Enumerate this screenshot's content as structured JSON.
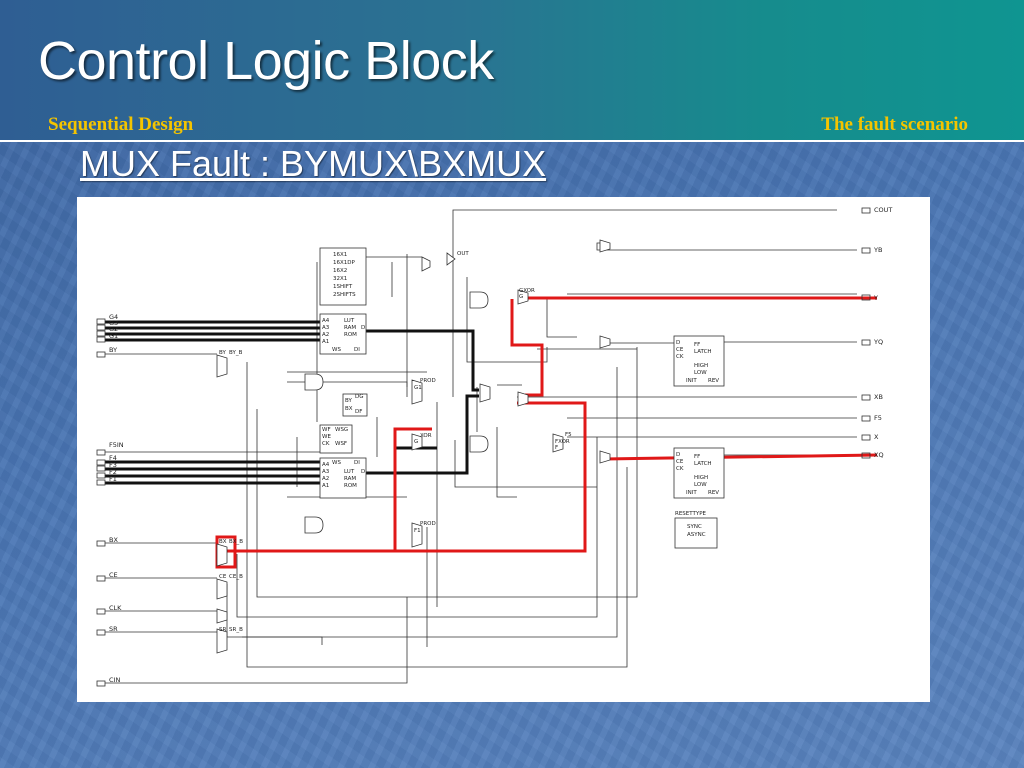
{
  "slide": {
    "title": "Control Logic Block",
    "subtitle_left": "Sequential Design",
    "subtitle_right": "The fault scenario",
    "heading": "MUX Fault : BYMUX\\BXMUX"
  },
  "colors": {
    "fault_path": "#e01818",
    "highlight_path": "#111111",
    "accent_text": "#f4c400"
  },
  "schematic": {
    "inputs": [
      "G4",
      "G3",
      "G2",
      "G1",
      "BY",
      "F5IN",
      "F4",
      "F3",
      "F2",
      "F1",
      "BX",
      "CE",
      "CLK",
      "SR",
      "CIN"
    ],
    "outputs": [
      "COUT",
      "YB",
      "Y",
      "YQ",
      "XB",
      "F5",
      "X",
      "XQ"
    ],
    "config_top": [
      "16X1",
      "16X1DP",
      "16X2",
      "32X1",
      "1SHIFT",
      "2SHIFTS"
    ],
    "lut_g": {
      "pins": [
        "A4",
        "A3",
        "A2",
        "A1"
      ],
      "modes": [
        "LUT",
        "RAM",
        "ROM"
      ],
      "d": "D",
      "bottom": [
        "WS",
        "DI"
      ]
    },
    "lut_f": {
      "pins": [
        "A4",
        "A3",
        "A2",
        "A1"
      ],
      "modes": [
        "LUT",
        "RAM",
        "ROM"
      ],
      "d": "D",
      "top": [
        "WS",
        "DI"
      ]
    },
    "wsg": [
      "WF",
      "WE",
      "CK",
      "WSG",
      "WSF"
    ],
    "by_df": [
      "BY",
      "BX",
      "DG",
      "DF"
    ],
    "ff": {
      "pins": [
        "D",
        "CE",
        "CK"
      ],
      "checks": [
        "FF",
        "LATCH"
      ],
      "sr": [
        "HIGH",
        "LOW"
      ],
      "bottom": [
        "INIT",
        "REV"
      ]
    },
    "reset_type": {
      "title": "RESETTYPE",
      "options": [
        "SYNC",
        "ASYNC"
      ]
    },
    "mux_labels": {
      "by": [
        "BY",
        "BY_B"
      ],
      "bx": [
        "BX",
        "BX_B"
      ],
      "ce": [
        "CE",
        "CE_B"
      ],
      "sr": [
        "SR",
        "SR_B"
      ],
      "prod_g": [
        "PROD",
        "G1"
      ],
      "prod_f": [
        "PROD",
        "F1"
      ],
      "out": "OUT",
      "gxor": [
        "GXOR",
        "G"
      ],
      "fxor": [
        "FXOR",
        "F"
      ],
      "f5": [
        "F5",
        "F"
      ],
      "xor": [
        "XOR",
        "G"
      ]
    }
  }
}
